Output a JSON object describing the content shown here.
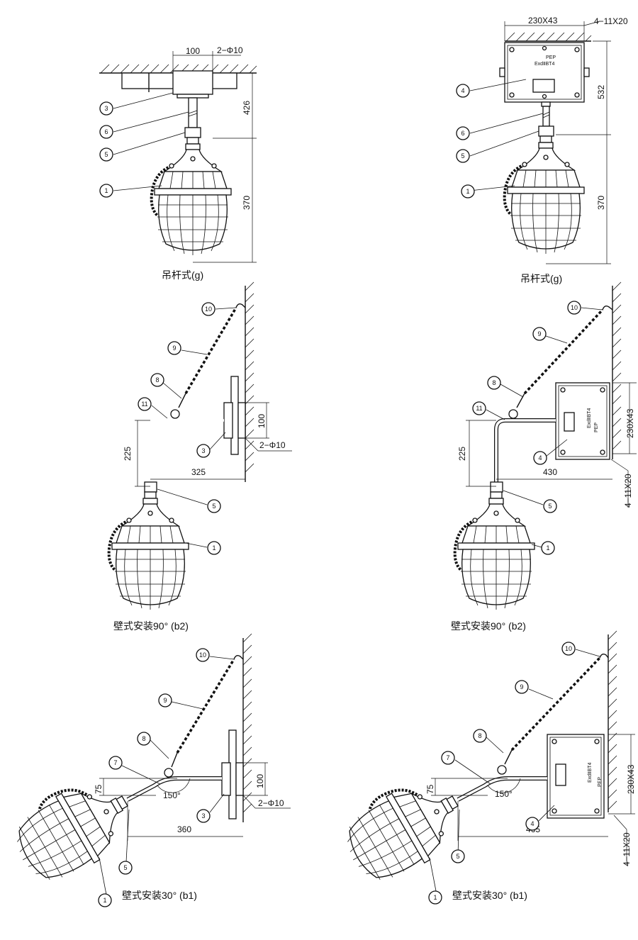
{
  "captions": {
    "pendant_g": "吊杆式(g)",
    "wall_90_b2": "壁式安装90°  (b2)",
    "wall_30_b1": "壁式安装30°  (b1)"
  },
  "dimensions": {
    "d100": "100",
    "d2phi10": "2−Φ10",
    "d426": "426",
    "d370": "370",
    "d230x43": "230X43",
    "d4_11x20": "4−11X20",
    "d532": "532",
    "d225": "225",
    "d325": "325",
    "d430": "430",
    "d75": "75",
    "d150deg": "150°",
    "d360": "360",
    "d465": "465"
  },
  "box_marking": {
    "line1": "PEP",
    "line2": "ExdⅡBT4"
  },
  "callouts": [
    "1",
    "3",
    "4",
    "5",
    "6",
    "7",
    "8",
    "9",
    "10",
    "11"
  ],
  "icons": [
    "lamp-icon",
    "chain-icon",
    "hook-icon",
    "junction-box-icon",
    "wall-hatch-icon",
    "ceiling-hatch-icon"
  ]
}
